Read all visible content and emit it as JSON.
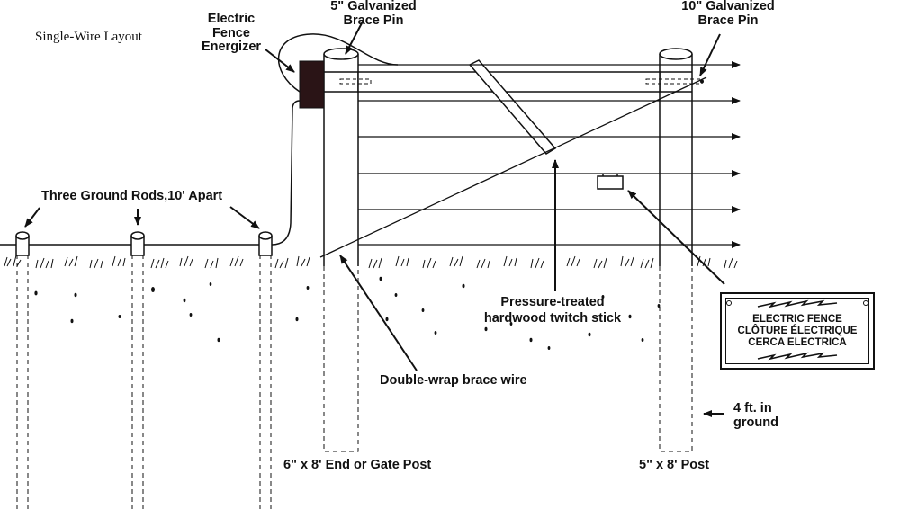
{
  "title": "Single-Wire Layout",
  "labels": {
    "energizer": "Electric\nFence\nEnergizer",
    "brace_pin_5": "5\" Galvanized\nBrace Pin",
    "brace_pin_10": "10\" Galvanized\nBrace Pin",
    "ground_rods": "Three Ground Rods,10' Apart",
    "twitch_stick": "Pressure-treated\nhardwood twitch stick",
    "brace_wire": "Double-wrap brace wire",
    "depth": "4 ft. in\nground",
    "end_post": "6\" x 8' End or Gate Post",
    "line_post": "5\" x 8' Post"
  },
  "sign": {
    "line1": "ELECTRIC FENCE",
    "line2": "CLÔTURE ÉLECTRIQUE",
    "line3": "CERCA ELECTRICA"
  },
  "colors": {
    "ink": "#111111",
    "energizer": "#2a1416"
  }
}
